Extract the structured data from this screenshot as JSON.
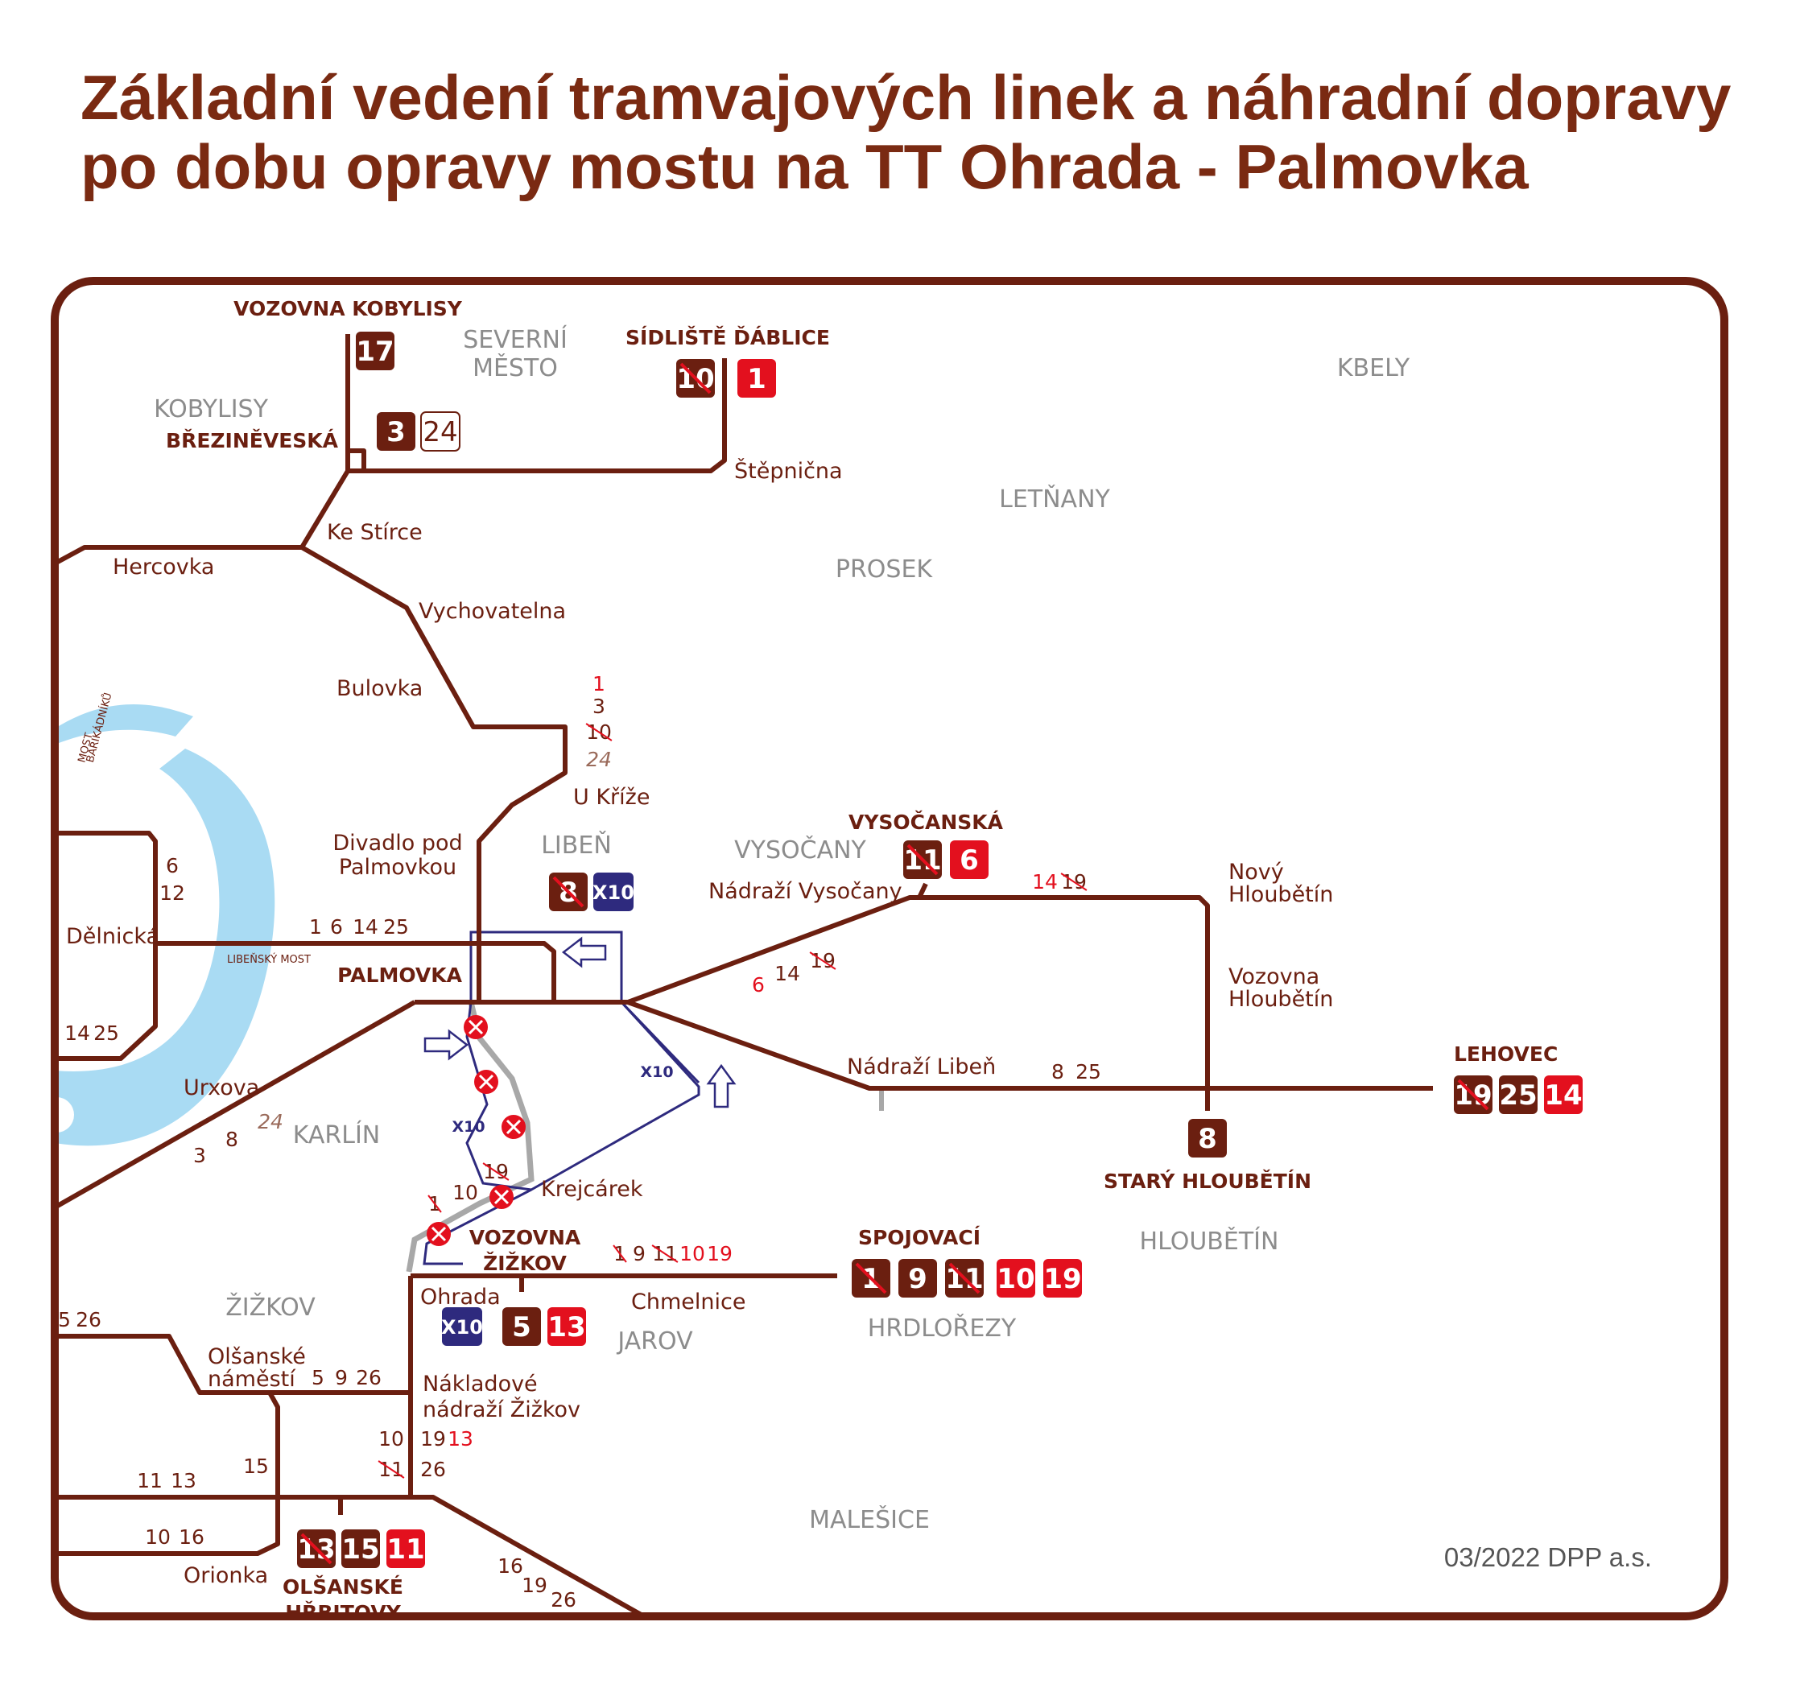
{
  "title": {
    "line1": "Základní vedení tramvajových linek a náhradní dopravy",
    "line2": "po dobu opravy mostu na TT Ohrada - Palmovka"
  },
  "colors": {
    "tram_line": "#6b1f10",
    "active_badge": "#e3101e",
    "base_badge": "#6b1f10",
    "bus_badge": "#2e2a7e",
    "river": "#a9dbf3",
    "bus_route": "#2e2a7e",
    "closed_track": "#a8a8a8"
  },
  "districts": [
    "SEVERNÍ",
    "MĚSTO",
    "KBELY",
    "KOBYLISY",
    "LETŇANY",
    "PROSEK",
    "LIBEŇ",
    "VYSOČANY",
    "KARLÍN",
    "ŽIŽKOV",
    "JAROV",
    "HRDLOŘEZY",
    "HLOUBĚTÍN",
    "MALEŠICE"
  ],
  "terminals": [
    "VOZOVNA KOBYLISY",
    "SÍDLIŠTĚ ĎÁBLICE",
    "BŘEZINĚVESKÁ",
    "VYSOČANSKÁ",
    "PALMOVKA",
    "LEHOVEC",
    "STARÝ HLOUBĚTÍN",
    "VOZOVNA",
    "ŽIŽKOV",
    "SPOJOVACÍ",
    "OLŠANSKÉ",
    "HŘBITOVY"
  ],
  "stops": [
    "Štěpnična",
    "Ke Stírce",
    "Hercovka",
    "Vychovatelna",
    "Bulovka",
    "U Kříže",
    "Divadlo pod",
    "Palmovkou",
    "Nádraží Vysočany",
    "Nový",
    "Hloubětín",
    "Vozovna",
    "Hloubětín",
    "Dělnická",
    "Nádraží Libeň",
    "Urxova",
    "Krejcárek",
    "Ohrada",
    "Chmelnice",
    "Olšanské",
    "náměstí",
    "Nákladové",
    "nádraží Žižkov",
    "Orionka"
  ],
  "river_labels": [
    "MOST",
    "BARIKÁDNÍKŮ",
    "LIBEŇSKÝ MOST"
  ],
  "badges": [
    {
      "text": "17",
      "kind": "base"
    },
    {
      "text": "3",
      "kind": "base"
    },
    {
      "text": "24",
      "kind": "outline"
    },
    {
      "text": "10",
      "kind": "cancelled"
    },
    {
      "text": "1",
      "kind": "active"
    },
    {
      "text": "8",
      "kind": "cancelled"
    },
    {
      "text": "X10",
      "kind": "bus"
    },
    {
      "text": "11",
      "kind": "cancelled"
    },
    {
      "text": "6",
      "kind": "active"
    },
    {
      "text": "19",
      "kind": "cancelled"
    },
    {
      "text": "25",
      "kind": "base"
    },
    {
      "text": "14",
      "kind": "active"
    },
    {
      "text": "8",
      "kind": "base"
    },
    {
      "text": "X10",
      "kind": "bus"
    },
    {
      "text": "5",
      "kind": "base"
    },
    {
      "text": "13",
      "kind": "active"
    },
    {
      "text": "1",
      "kind": "cancelled"
    },
    {
      "text": "9",
      "kind": "base"
    },
    {
      "text": "11",
      "kind": "cancelled"
    },
    {
      "text": "10",
      "kind": "active"
    },
    {
      "text": "19",
      "kind": "active"
    },
    {
      "text": "13",
      "kind": "cancelled"
    },
    {
      "text": "15",
      "kind": "base"
    },
    {
      "text": "11",
      "kind": "active"
    }
  ],
  "line_numbers": [
    {
      "t": "1",
      "s": "active"
    },
    {
      "t": "3",
      "s": "base"
    },
    {
      "t": "10",
      "s": "cancelled"
    },
    {
      "t": "24",
      "s": "light"
    },
    {
      "t": "6",
      "s": "base"
    },
    {
      "t": "12",
      "s": "base"
    },
    {
      "t": "1",
      "s": "base"
    },
    {
      "t": "6",
      "s": "base"
    },
    {
      "t": "14",
      "s": "base"
    },
    {
      "t": "25",
      "s": "base"
    },
    {
      "t": "14",
      "s": "base"
    },
    {
      "t": "25",
      "s": "base"
    },
    {
      "t": "14",
      "s": "active"
    },
    {
      "t": "19",
      "s": "cancelled"
    },
    {
      "t": "6",
      "s": "active"
    },
    {
      "t": "14",
      "s": "base"
    },
    {
      "t": "19",
      "s": "cancelled"
    },
    {
      "t": "8",
      "s": "base"
    },
    {
      "t": "25",
      "s": "base"
    },
    {
      "t": "3",
      "s": "base"
    },
    {
      "t": "8",
      "s": "base"
    },
    {
      "t": "24",
      "s": "light"
    },
    {
      "t": "1",
      "s": "cancelled"
    },
    {
      "t": "10",
      "s": "base"
    },
    {
      "t": "19",
      "s": "cancelled"
    },
    {
      "t": "1",
      "s": "cancelled"
    },
    {
      "t": "9",
      "s": "base"
    },
    {
      "t": "11",
      "s": "cancelled"
    },
    {
      "t": "10",
      "s": "active"
    },
    {
      "t": "19",
      "s": "active"
    },
    {
      "t": "5",
      "s": "base"
    },
    {
      "t": "26",
      "s": "base"
    },
    {
      "t": "5",
      "s": "base"
    },
    {
      "t": "9",
      "s": "base"
    },
    {
      "t": "26",
      "s": "base"
    },
    {
      "t": "10",
      "s": "base"
    },
    {
      "t": "19",
      "s": "base"
    },
    {
      "t": "13",
      "s": "active"
    },
    {
      "t": "11",
      "s": "cancelled"
    },
    {
      "t": "26",
      "s": "base"
    },
    {
      "t": "11",
      "s": "base"
    },
    {
      "t": "13",
      "s": "base"
    },
    {
      "t": "15",
      "s": "base"
    },
    {
      "t": "10",
      "s": "base"
    },
    {
      "t": "16",
      "s": "base"
    },
    {
      "t": "16",
      "s": "base"
    },
    {
      "t": "19",
      "s": "base"
    },
    {
      "t": "26",
      "s": "base"
    }
  ],
  "bus_labels": [
    "X10",
    "X10"
  ],
  "credit": "03/2022 DPP a.s."
}
